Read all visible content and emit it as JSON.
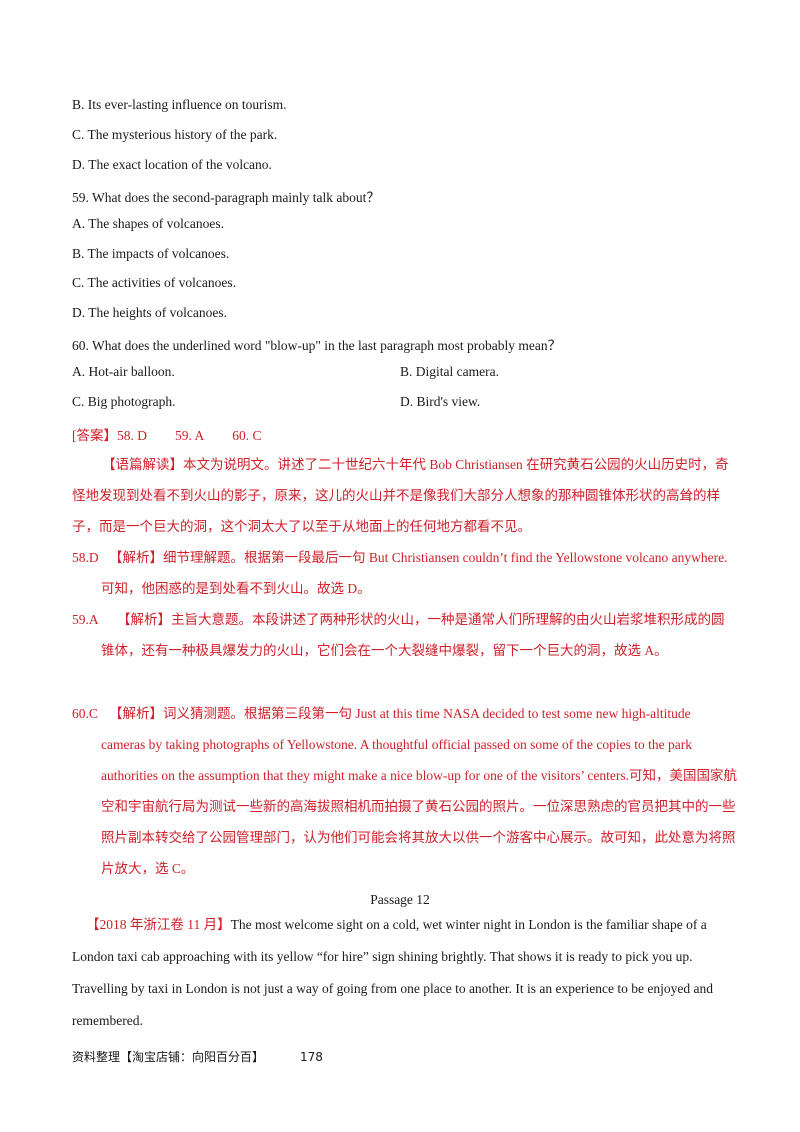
{
  "q58": {
    "optB": "B.  Its ever-lasting influence on tourism.",
    "optC": "C.  The mysterious history of the park.",
    "optD": "D.  The exact location of the volcano."
  },
  "q59": {
    "stem": "59.  What does the second-paragraph mainly talk about？",
    "optA": "A.  The shapes of volcanoes.",
    "optB": "B.  The impacts of volcanoes.",
    "optC": "C.  The activities of volcanoes.",
    "optD": "D.  The heights of volcanoes."
  },
  "q60": {
    "stem": "60.  What does the underlined word \"blow-up\" in the last paragraph most probably mean？",
    "optA": "A.  Hot-air balloon.",
    "optB": "B.  Digital camera.",
    "optC": "C.  Big photograph.",
    "optD": "D.  Bird's view."
  },
  "answer": {
    "label": "[答案】",
    "a58": "58. D",
    "a59": "59. A",
    "a60": "60. C"
  },
  "analysis": {
    "intro_tag": "【语篇解读】",
    "intro": "本文为说明文。讲述了二十世纪六十年代 Bob Christiansen 在研究黄石公园的火山历史时，奇怪地发现到处看不到火山的影子，原来，这儿的火山并不是像我们大部分人想象的那种圆锥体形状的高耸的样子，而是一个巨大的洞，这个洞太大了以至于从地面上的任何地方都看不见。",
    "a58_num": "58.D",
    "a58_tag": "【解析】",
    "a58_text": "细节理解题。根据第一段最后一句 But Christiansen couldn’t find the Yellowstone volcano anywhere.可知，他困惑的是到处看不到火山。故选 D。",
    "a59_num": "59.A",
    "a59_tag": "【解析】",
    "a59_text": "主旨大意题。本段讲述了两种形状的火山，一种是通常人们所理解的由火山岩浆堆积形成的圆锥体，还有一种极具爆发力的火山，它们会在一个大裂缝中爆裂，留下一个巨大的洞，故选 A。",
    "a60_num": "60.C",
    "a60_tag": "【解析】",
    "a60_text": "词义猜测题。根据第三段第一句 Just at this time NASA decided to test some new high-altitude cameras by taking photographs of Yellowstone. A thoughtful official passed on some of the copies to the park authorities on the assumption that they might make a nice blow-up for one of the visitors’ centers.可知，美国国家航空和宇宙航行局为测试一些新的高海拔照相机而拍摄了黄石公园的照片。一位深思熟虑的官员把其中的一些照片副本转交给了公园管理部门，认为他们可能会将其放大以供一个游客中心展示。故可知，此处意为将照片放大，选 C。"
  },
  "passage": {
    "title": "Passage  12",
    "source_tag": "【2018 年浙江卷 11 月】",
    "text": "The most welcome sight on a cold, wet winter night in London is the familiar shape of a London taxi cab approaching with its yellow “for hire” sign shining brightly. That shows it is ready to pick you up. Travelling by taxi in London is not just a way of going from one place to another. It is an experience to be enjoyed and remembered."
  },
  "footer": {
    "text": "资料整理【淘宝店铺：向阳百分百】",
    "page": "178"
  }
}
